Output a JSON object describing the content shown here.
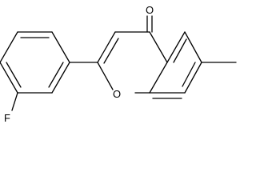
{
  "molecule": {
    "atoms": {
      "carbonyl_oxygen": "O",
      "ring_oxygen": "O",
      "fluorine": "F"
    },
    "colors": {
      "bond": "#000000",
      "label": "#000000",
      "background": "#ffffff"
    }
  }
}
